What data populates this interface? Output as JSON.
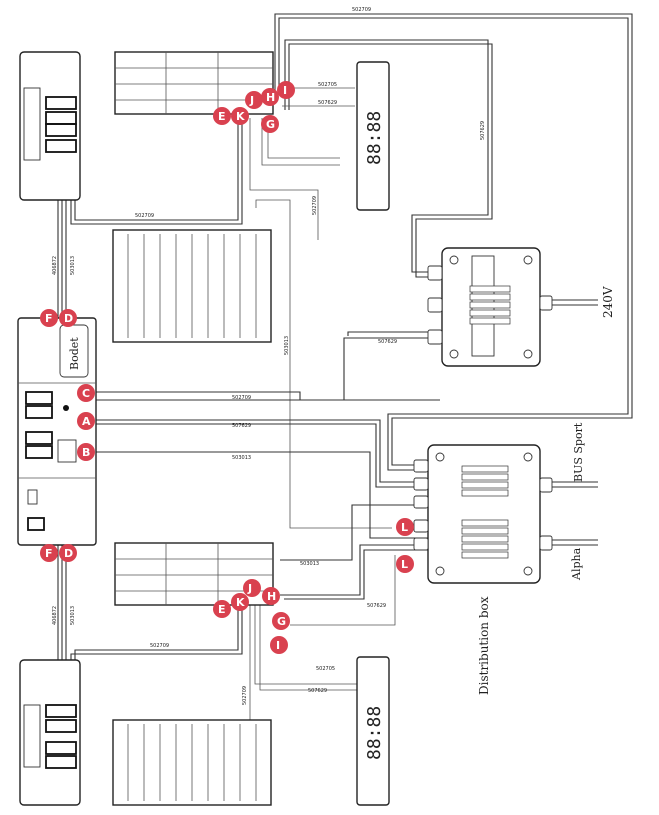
{
  "labels": {
    "voltage": "240V",
    "bus_sport": "BUS Sport",
    "alpha": "Alpha",
    "distribution_box": "Distribution box",
    "brand_logo": "Bodet"
  },
  "cables": {
    "c502709": "502709",
    "c502705": "502705",
    "c507629": "507629",
    "c503013": "503013",
    "c406872": "406872"
  },
  "display_text": {
    "clock": "88:88"
  },
  "tags": {
    "A": "A",
    "B": "B",
    "C": "C",
    "D": "D",
    "E": "E",
    "F": "F",
    "G": "G",
    "H": "H",
    "I": "I",
    "J": "J",
    "K": "K",
    "L": "L"
  },
  "colors": {
    "tag": "#d9414f",
    "line": "#333333"
  }
}
